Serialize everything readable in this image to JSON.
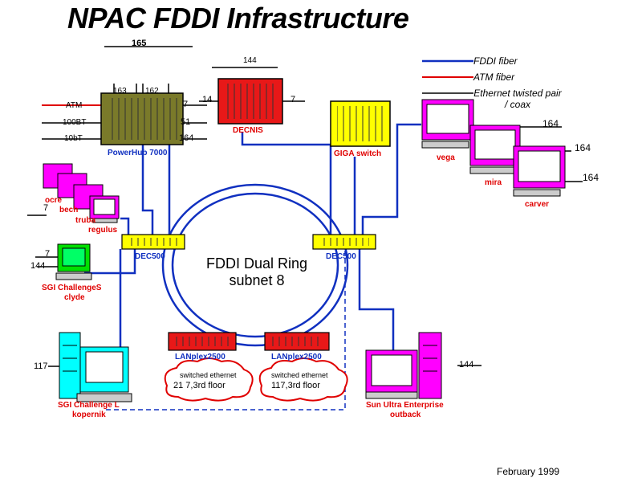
{
  "title": "NPAC FDDI  Infrastructure",
  "legend": {
    "fddi": "FDDI fiber",
    "atm": "ATM fiber",
    "ethernet": "Ethernet twisted pair / coax"
  },
  "ring": {
    "line1": "FDDI Dual Ring",
    "line2": "subnet 8"
  },
  "powerhub": {
    "name": "PowerHub 7000",
    "port_163": "163",
    "port_162": "162",
    "port_165": "165",
    "atm": "ATM",
    "b100": "100BT",
    "b10": "10bT",
    "r7": "7",
    "r51": "51",
    "r164": "164"
  },
  "decnis": {
    "name": "DECNIS",
    "top": "144",
    "left": "14",
    "right": "7"
  },
  "giga": {
    "name": "GIGA switch"
  },
  "left_group": {
    "a": "ocre",
    "b": "bech",
    "c": "truba",
    "d": "regulus",
    "n7": "7"
  },
  "dec_left": {
    "name": "DEC500"
  },
  "dec_right": {
    "name": "DEC500"
  },
  "challenge_s": {
    "line1": "SGI ChallengeS",
    "line2": "clyde",
    "n7": "7",
    "n144": "144"
  },
  "challenge_l": {
    "line1": "SGI Challenge L",
    "line2": "kopernik",
    "n117": "117"
  },
  "lan1": {
    "name": "LANplex2500",
    "cloud1": "switched ethernet",
    "cloud2": "21   7,3rd floor"
  },
  "lan2": {
    "name": "LANplex2500",
    "cloud1": "switched ethernet",
    "cloud2": "117,3rd floor"
  },
  "sun": {
    "line1": "Sun Ultra Enterprise",
    "line2": "outback",
    "n144": "144"
  },
  "ws": {
    "vega": "vega",
    "mira": "mira",
    "carver": "carver",
    "n164a": "164",
    "n164b": "164",
    "n164c": "164"
  },
  "date": "February 1999",
  "colors": {
    "fddi": "#1030c0",
    "atm": "#e00000",
    "olive": "#7a7a2a",
    "red": "#e81818",
    "yellow": "#ffff00",
    "magenta": "#ff00ff",
    "cyan": "#00ffff",
    "green": "#00e000"
  }
}
